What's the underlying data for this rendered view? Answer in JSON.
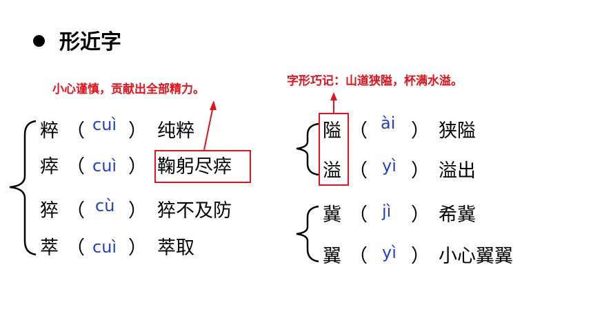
{
  "heading": "形近字",
  "left_note": "小心谨慎，贡献出全部精力。",
  "right_note": "字形巧记：山道狭隘，杯满水溢。",
  "paren_open": "（",
  "paren_close": "）",
  "left_rows": [
    {
      "char": "粹",
      "pinyin": "cuì",
      "word": "纯粹"
    },
    {
      "char": "瘁",
      "pinyin": "cuì",
      "word": "鞠躬尽瘁"
    },
    {
      "char": "猝",
      "pinyin": "cù",
      "word": "猝不及防"
    },
    {
      "char": "萃",
      "pinyin": "cuì",
      "word": "萃取"
    }
  ],
  "right_rows": [
    {
      "char": "隘",
      "pinyin": "ài",
      "word": "狭隘"
    },
    {
      "char": "溢",
      "pinyin": "yì",
      "word": "溢出"
    },
    {
      "char": "冀",
      "pinyin": "jì",
      "word": "希冀"
    },
    {
      "char": "翼",
      "pinyin": "yì",
      "word": "小心翼翼"
    }
  ],
  "colors": {
    "accent": "#e8101a",
    "pinyin": "#1f3fd0",
    "text": "#000000"
  }
}
